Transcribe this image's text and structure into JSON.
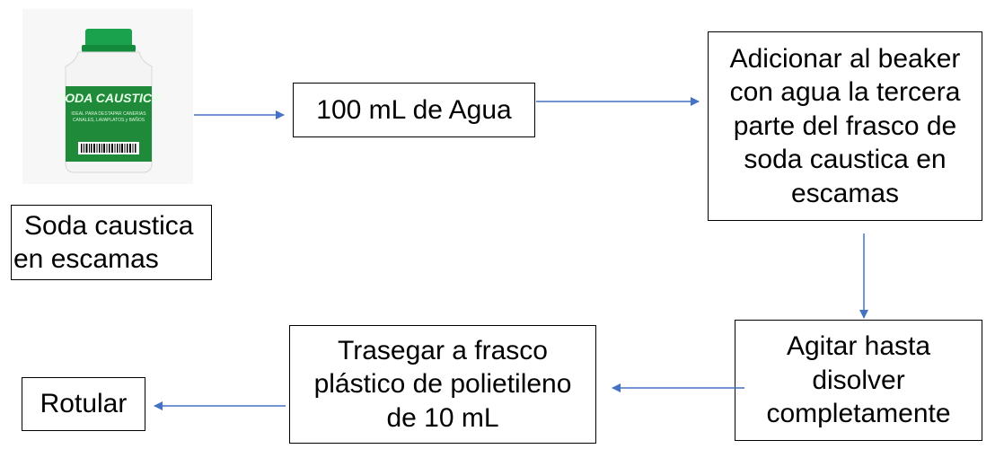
{
  "product": {
    "image_name": "soda-caustica-bottle",
    "bottle_brand": "SODA CAUSTICA",
    "bottle_small_text": [
      "IDEAL PARA DESTAPAR CANERIAS",
      "CANALES, LAVAPLATOS y BAÑOS"
    ],
    "label_lines": [
      "Soda caustica",
      "en escamas"
    ]
  },
  "steps": {
    "water": "100 mL de Agua",
    "add_lines": [
      "Adicionar al beaker",
      "con agua la tercera",
      "parte del frasco de",
      "soda caustica en",
      "escamas"
    ],
    "stir_lines": [
      "Agitar hasta",
      "disolver",
      "completamente"
    ],
    "transfer_lines": [
      "Trasegar a frasco",
      "plástico de polietileno",
      "de 10 mL"
    ],
    "label": "Rotular"
  },
  "colors": {
    "arrow": "#4472c4",
    "bottle_green": "#1f8a3a",
    "bottle_cap": "#16a04a",
    "bottle_body": "#f2f2f2"
  }
}
